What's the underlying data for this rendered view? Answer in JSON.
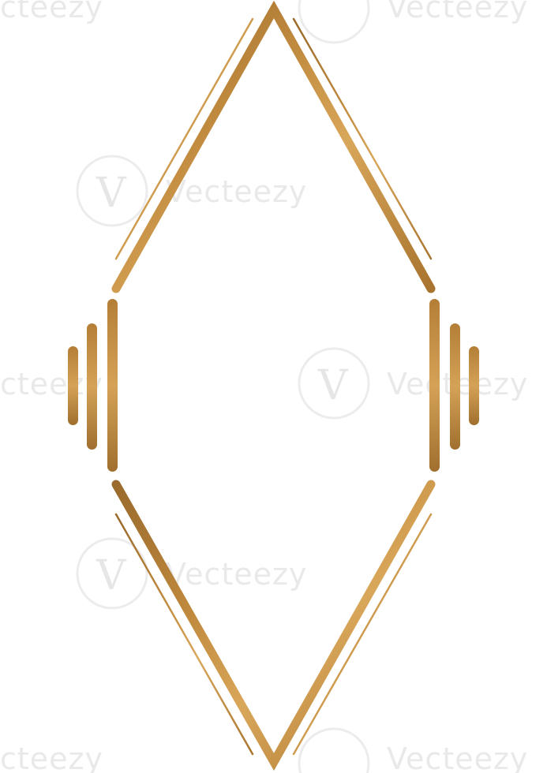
{
  "artwork": {
    "subject": "gold art-deco elongated diamond frame",
    "colors": {
      "background": "#ffffff",
      "gold_light": "#d9a75a",
      "gold_mid": "#c08a3e",
      "gold_dark": "#9a6a2c",
      "watermark": "#e9e9e9"
    }
  },
  "watermark": {
    "brand_text": "Vecteezy",
    "logo_glyph": "V",
    "partial_text": "ecteezy",
    "edge_text": "cteezy"
  }
}
